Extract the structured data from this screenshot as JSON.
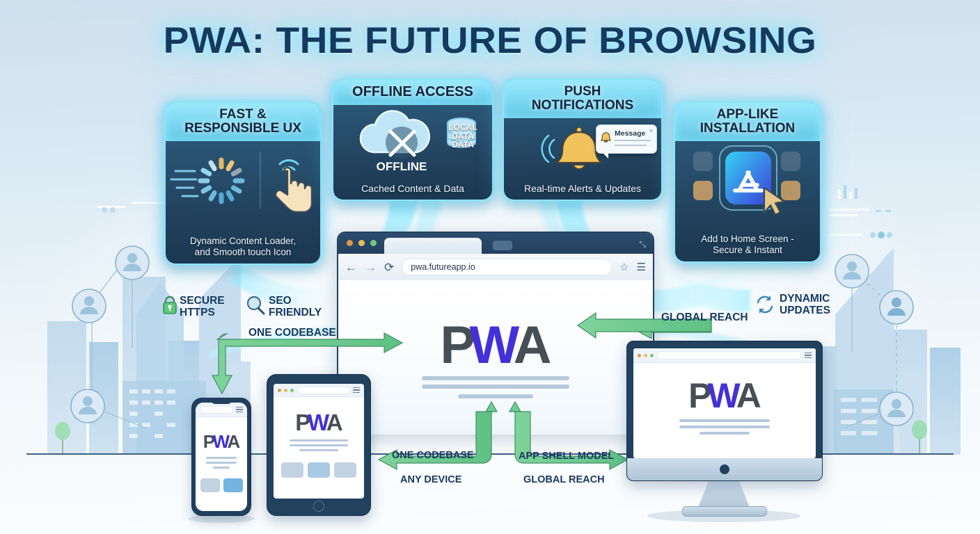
{
  "title": "PWA: THE FUTURE OF BROWSING",
  "colors": {
    "background": "#cfe0ed",
    "title_navy": "#16395f",
    "glow_cyan": "#7ee1ff",
    "card_header": "#7ed9f2",
    "card_body": "#274f6d",
    "arrow_green": "#6ec98a",
    "pwa_gray": "#474f56",
    "pwa_blue": "#4430d8",
    "lock_green": "#5dc878"
  },
  "cards": [
    {
      "id": "fast-responsible-ux",
      "heading": "FAST &\nRESPONSIBLE UX",
      "heading_lines": [
        "FAST &",
        "RESPONSIBLE UX"
      ],
      "caption": "Dynamic Content Loader,\nand Smooth touch Icon",
      "caption_lines": [
        "Dynamic Content Loader,",
        "and Smooth touch Icon"
      ],
      "icons": [
        "loading-spinner-icon",
        "touch-tap-hand-icon"
      ]
    },
    {
      "id": "offline-access",
      "heading": "OFFLINE ACCESS",
      "heading_lines": [
        "OFFLINE ACCESS"
      ],
      "caption": "Cached Content & Data",
      "caption_lines": [
        "Cached Content & Data"
      ],
      "icons": [
        "cloud-offline-icon",
        "database-icon"
      ],
      "icon_label_cloud": "OFFLINE",
      "icon_label_db_lines": [
        "LOCAL",
        "DATA",
        "DATA"
      ]
    },
    {
      "id": "push-notifications",
      "heading": "PUSH\nNOTIFICATIONS",
      "heading_lines": [
        "PUSH",
        "NOTIFICATIONS"
      ],
      "caption": "Real-time Alerts & Updates",
      "caption_lines": [
        "Real-time Alerts & Updates"
      ],
      "icons": [
        "bell-icon",
        "notification-toast-icon"
      ],
      "toast_title": "Message",
      "toast_close": "×"
    },
    {
      "id": "app-like-installation",
      "heading": "APP-LIKE\nINSTALLATION",
      "heading_lines": [
        "APP-LIKE",
        "INSTALLATION"
      ],
      "caption": "Add to Home Screen -\nSecure & Instant",
      "caption_lines": [
        "Add to Home Screen -",
        "Secure & Instant"
      ],
      "icons": [
        "app-store-icon",
        "mouse-cursor-icon"
      ]
    }
  ],
  "browser": {
    "url": "pwa.futureapp.io",
    "back_icon": "←",
    "forward_icon": "→",
    "reload_icon": "⟳",
    "bookmark_icon": "☆",
    "menu_icon": "☰",
    "expand_icon": "⤡",
    "traffic_lights": [
      "#d79a4a",
      "#e6bd5c",
      "#77c97a"
    ]
  },
  "logo": {
    "p": "P",
    "w": "W",
    "a": "A"
  },
  "side_labels": {
    "secure_https": [
      "SECURE",
      "HTTPS"
    ],
    "seo_friendly": [
      "SEO",
      "FRIENDLY"
    ],
    "dynamic_updates": [
      "DYNAMIC",
      "UPDATES"
    ],
    "global_reach_right": "GLOBAL REACH"
  },
  "flow_labels": {
    "one_codebase_top": "ONE CODEBASE",
    "one_codebase_bottom": "ONE CODEBASE",
    "any_device": "ANY DEVICE",
    "app_shell_model": "APP SHELL MODEL",
    "global_reach_bottom": "GLOBAL REACH"
  },
  "icon_names": {
    "lock": "lock-icon",
    "search": "search-magnifier-icon",
    "sync": "sync-refresh-icon"
  },
  "devices": [
    "phone-device",
    "tablet-device",
    "desktop-monitor-device"
  ]
}
